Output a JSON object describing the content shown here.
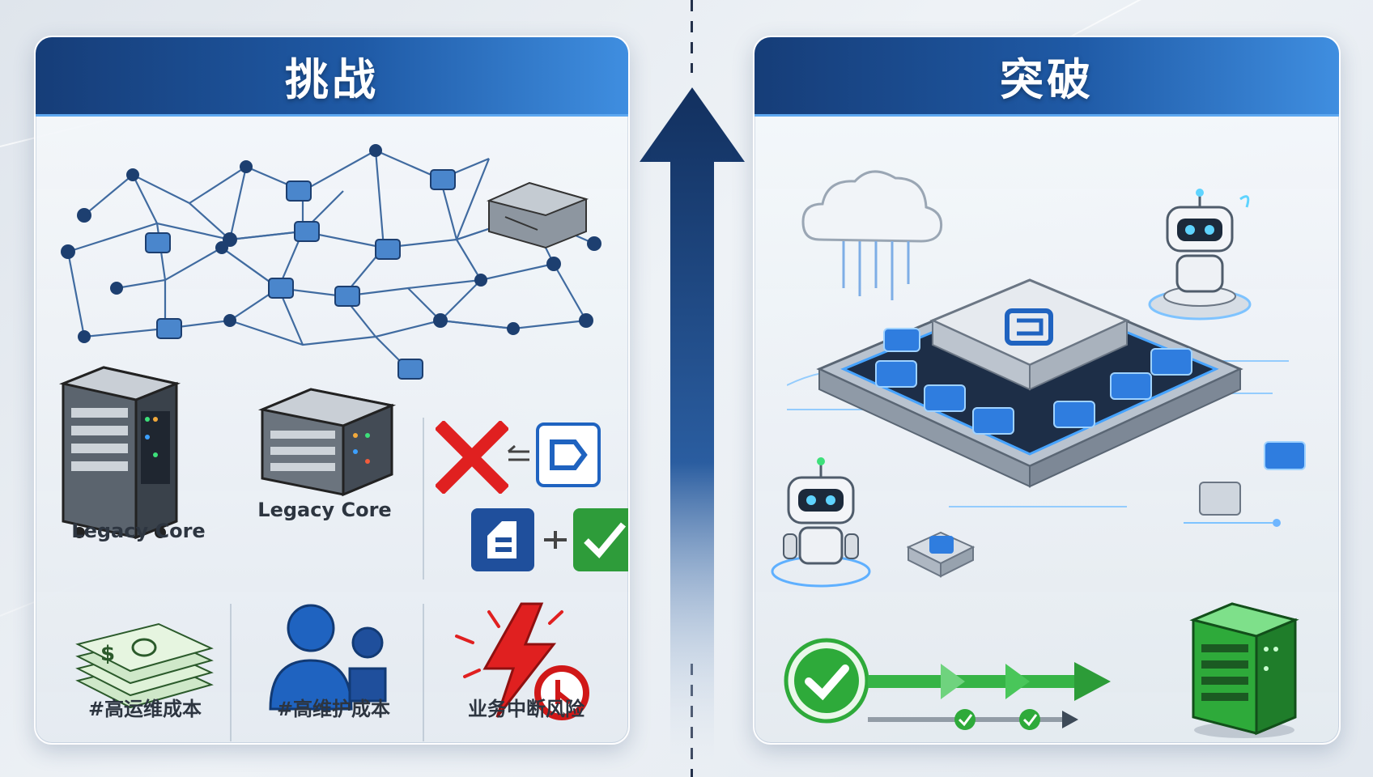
{
  "panels": {
    "left": {
      "title": "挑战",
      "server_label_1": "Legacy Core",
      "server_label_2": "Legacy Core",
      "cost_label_1": "#高运维成本",
      "cost_label_2": "#高维护成本",
      "risk_label": "业务中断风险"
    },
    "right": {
      "title": "突破"
    }
  },
  "colors": {
    "header_dark": "#163d78",
    "header_light": "#3f8ee0",
    "arrow": "#12305f",
    "error_red": "#e02020",
    "success_green": "#2eaa3a",
    "accent_blue": "#1f63c0"
  },
  "icons": [
    "network-mesh-icon",
    "server-rack-icon",
    "cross-icon",
    "swap-arrow-icon",
    "money-stack-icon",
    "people-icon",
    "lightning-icon",
    "cloud-icon",
    "robot-icon",
    "chip-platform-icon",
    "check-icon",
    "green-server-icon"
  ]
}
